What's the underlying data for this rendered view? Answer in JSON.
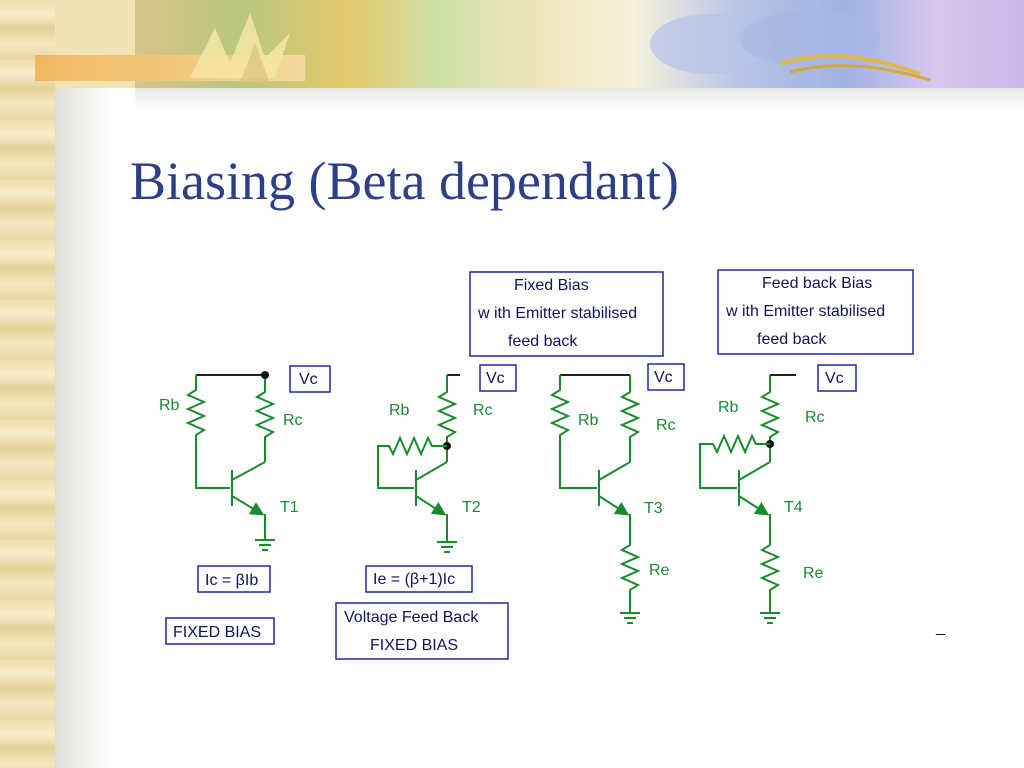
{
  "title": "Biasing (Beta dependant)",
  "colors": {
    "title": "#2d3f86",
    "circuit": "#1a8a2e",
    "box_border": "#1f2a9a",
    "box_text": "#13135a"
  },
  "notes": {
    "fixed_bias_emitter": [
      "Fixed Bias",
      "w ith Emitter stabilised",
      "feed back"
    ],
    "feedback_bias_emitter": [
      "Feed back Bias",
      "w ith Emitter stabilised",
      "feed back"
    ]
  },
  "circuits": [
    {
      "supply": "Vc",
      "base_resistor": "Rb",
      "collector_resistor": "Rc",
      "transistor": "T1",
      "equation": "Ic = βIb",
      "caption": [
        "FIXED BIAS"
      ]
    },
    {
      "supply": "Vc",
      "base_resistor": "Rb",
      "collector_resistor": "Rc",
      "transistor": "T2",
      "equation": "Ie = (β+1)Ic",
      "caption": [
        "Voltage Feed Back",
        "FIXED BIAS"
      ]
    },
    {
      "supply": "Vc",
      "base_resistor": "Rb",
      "collector_resistor": "Rc",
      "transistor": "T3",
      "emitter_resistor": "Re"
    },
    {
      "supply": "Vc",
      "base_resistor": "Rb",
      "collector_resistor": "Rc",
      "transistor": "T4",
      "emitter_resistor": "Re"
    }
  ],
  "stray_mark": "_"
}
